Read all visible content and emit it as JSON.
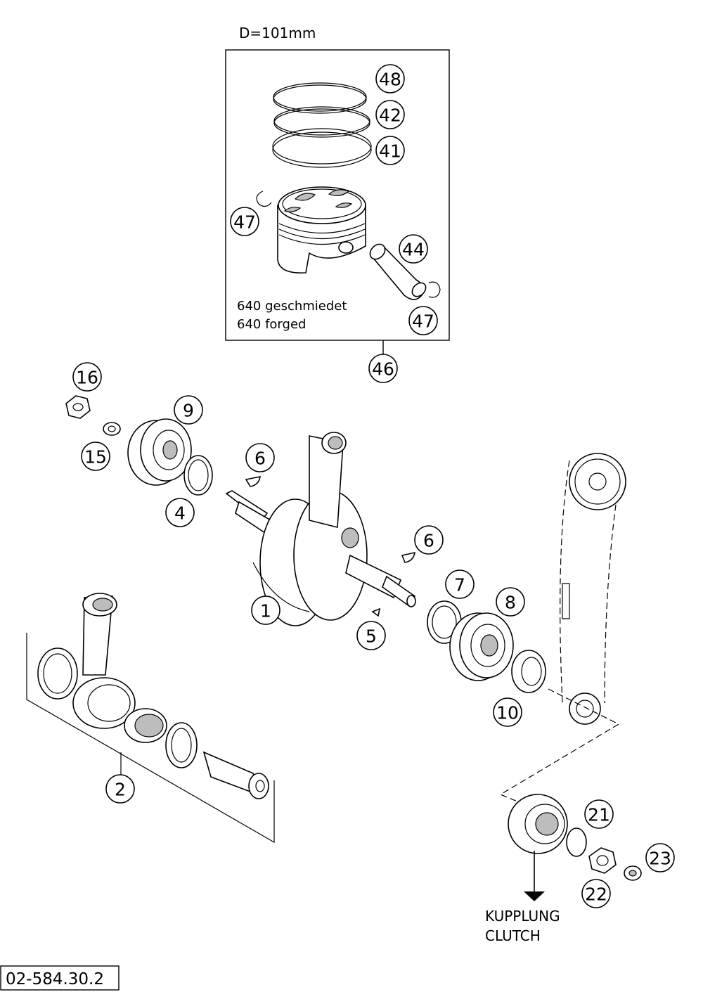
{
  "piston_box": {
    "diameter_label": "D=101mm",
    "variant_line_de": "640 geschmiedet",
    "variant_line_en": "640 forged"
  },
  "callouts": {
    "n48": "48",
    "n42": "42",
    "n41": "41",
    "n47a": "47",
    "n44": "44",
    "n47b": "47",
    "n46": "46",
    "n16": "16",
    "n15": "15",
    "n9": "9",
    "n4": "4",
    "n6a": "6",
    "n6b": "6",
    "n1": "1",
    "n5": "5",
    "n7": "7",
    "n8": "8",
    "n10": "10",
    "n2": "2",
    "n21": "21",
    "n22": "22",
    "n23": "23"
  },
  "clutch": {
    "label_de": "KUPPLUNG",
    "label_en": "CLUTCH"
  },
  "footer": {
    "drawing_number": "02-584.30.2"
  }
}
